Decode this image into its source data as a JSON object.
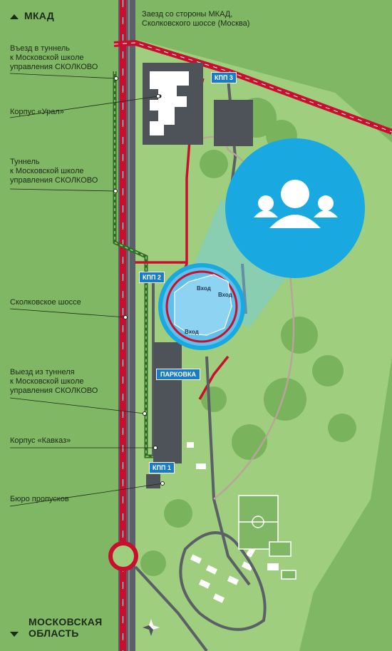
{
  "header_top": "МКАД",
  "header_bottom_line1": "МОСКОВСКАЯ",
  "header_bottom_line2": "ОБЛАСТЬ",
  "entry_note_line1": "Заезд со стороны МКАД,",
  "entry_note_line2": "Сколковского шоссе (Москва)",
  "labels": {
    "tunnel_entry": [
      "Въезд в туннель",
      "к Московской школе",
      "управления СКОЛКОВО"
    ],
    "ural": [
      "Корпус «Урал»"
    ],
    "tunnel": [
      "Туннель",
      "к Московской школе",
      "управления СКОЛКОВО"
    ],
    "highway": [
      "Сколковское шоссе"
    ],
    "tunnel_exit": [
      "Выезд из туннеля",
      "к Московской школе",
      "управления СКОЛКОВО"
    ],
    "kavkaz": [
      "Корпус «Кавказ»"
    ],
    "pass_office": [
      "Бюро пропусков"
    ]
  },
  "checkpoints": {
    "kpp1": "КПП 1",
    "kpp2": "КПП 2",
    "kpp3": "КПП 3"
  },
  "parking": "ПАРКОВКА",
  "entrances": [
    "Вход",
    "Вход",
    "Вход"
  ],
  "icons": {
    "people": "people-group-icon",
    "compass": "compass-rose-icon"
  },
  "colors": {
    "grass": "#7fb764",
    "park": "#9fcf7e",
    "road_red": "#c8102e",
    "building": "#4d5359",
    "accent_blue": "#1aa8e0",
    "kpp_blue": "#1a7cc4"
  }
}
